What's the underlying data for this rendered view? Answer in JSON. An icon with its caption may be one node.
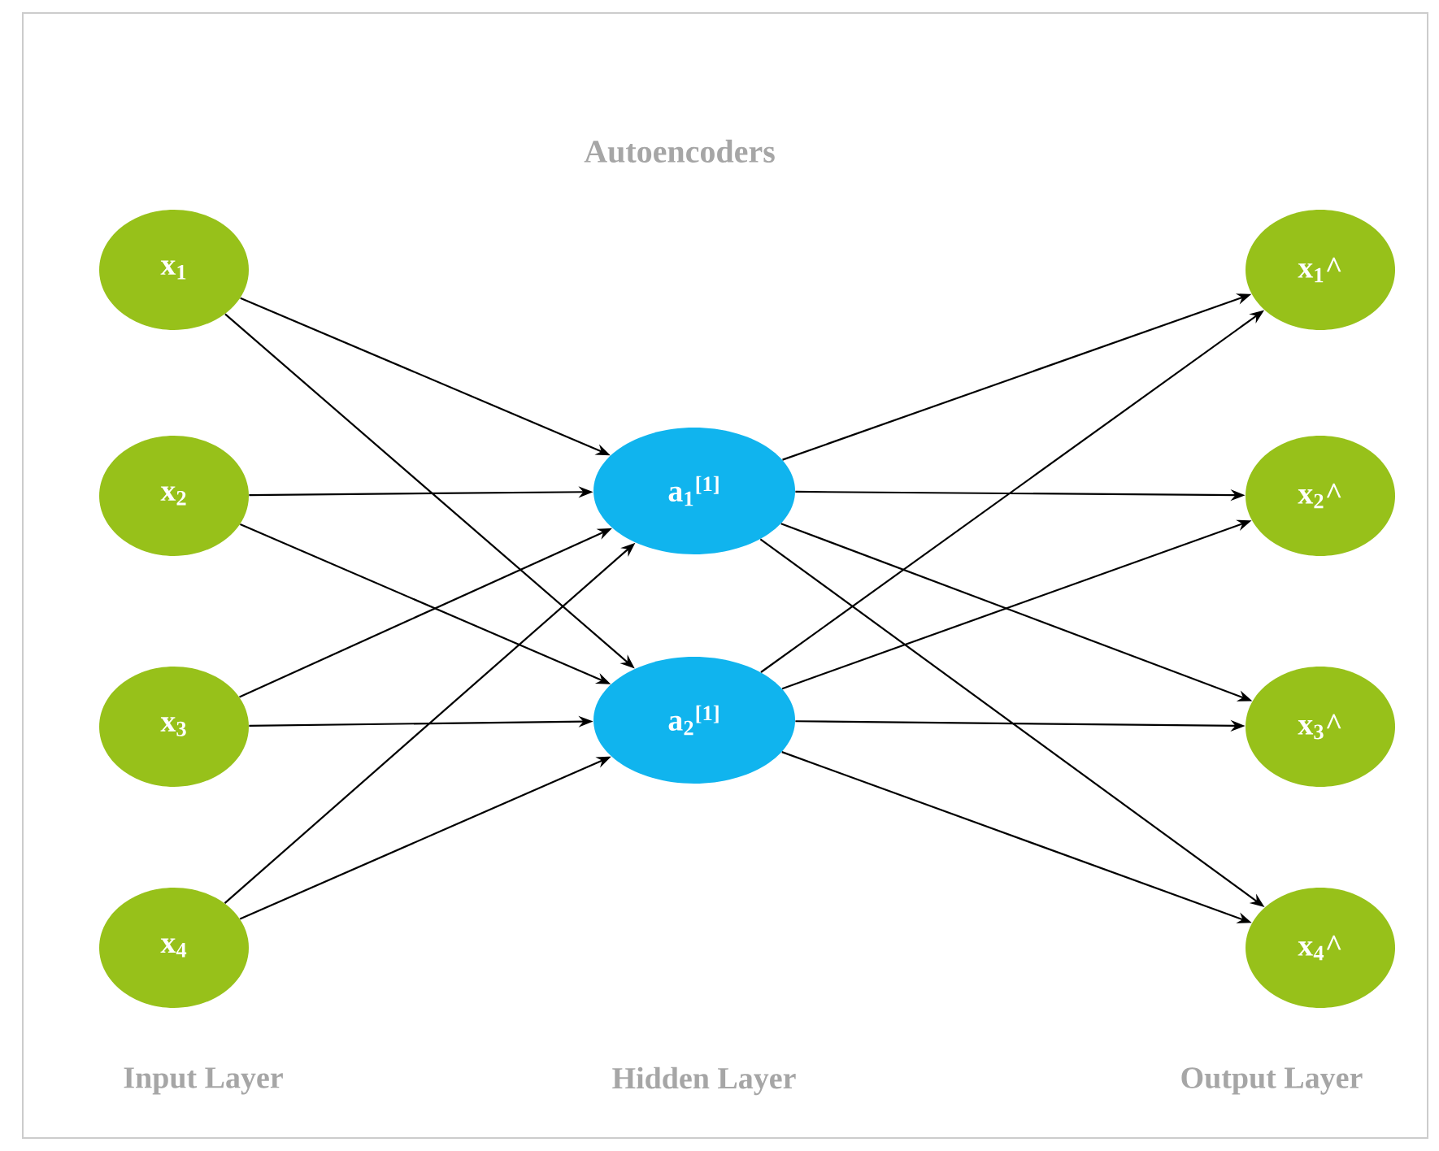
{
  "diagram": {
    "title": "Autoencoders",
    "nodes": [
      {
        "text": [
          "x$_{1}$"
        ]
      },
      {
        "text": [
          "x$_{2}$"
        ]
      },
      {
        "text": [
          "x$_{3}$"
        ]
      },
      {
        "text": [
          "x$_{4}$"
        ]
      },
      {
        "text": [
          "a$_{1}$$^{[1]}$"
        ]
      },
      {
        "text": [
          "a$_{2}$$^{[1]}$"
        ]
      },
      {
        "text": [
          "x$_{1}$^"
        ]
      },
      {
        "text": [
          "x$_{2}$^"
        ]
      },
      {
        "text": [
          "x$_{3}$^"
        ]
      },
      {
        "text": [
          "x$_{4}$^"
        ]
      }
    ],
    "edges": [
      {
        "from": 0,
        "to": 4,
        "arrow": "to"
      },
      {
        "from": 0,
        "to": 5,
        "arrow": "to"
      },
      {
        "from": 1,
        "to": 4,
        "arrow": "to"
      },
      {
        "from": 1,
        "to": 5,
        "arrow": "to"
      },
      {
        "from": 2,
        "to": 4,
        "arrow": "to"
      },
      {
        "from": 2,
        "to": 5,
        "arrow": "to"
      },
      {
        "from": 3,
        "to": 4,
        "arrow": "to"
      },
      {
        "from": 3,
        "to": 5,
        "arrow": "to"
      },
      {
        "from": 4,
        "to": 6,
        "arrow": "to"
      },
      {
        "from": 4,
        "to": 7,
        "arrow": "to"
      },
      {
        "from": 4,
        "to": 8,
        "arrow": "to"
      },
      {
        "from": 4,
        "to": 9,
        "arrow": "to"
      },
      {
        "from": 5,
        "to": 6,
        "arrow": "to"
      },
      {
        "from": 5,
        "to": 7,
        "arrow": "to"
      },
      {
        "from": 5,
        "to": 8,
        "arrow": "to"
      },
      {
        "from": 5,
        "to": 9,
        "arrow": "to"
      }
    ],
    "labels": [
      "Input Layer",
      "Hidden Layer",
      "Output Layer"
    ]
  }
}
